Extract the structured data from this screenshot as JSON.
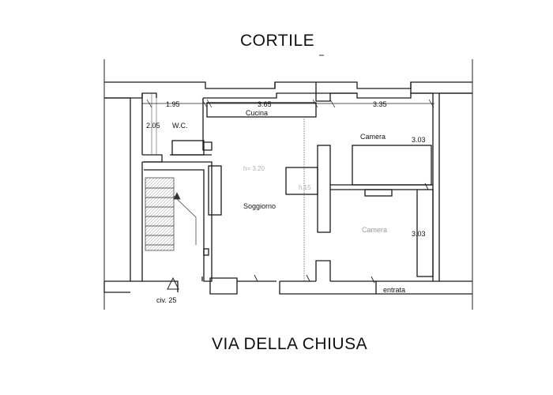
{
  "titles": {
    "top": "CORTILE",
    "bottom": "VIA DELLA CHIUSA"
  },
  "rooms": {
    "wc": "W.C.",
    "cucina": "Cucina",
    "camera_1": "Camera",
    "soggiorno": "Soggiorno",
    "camera_2": "Camera",
    "entrata": "entrata"
  },
  "dimensions": {
    "wc_width": "1.95",
    "cucina_width": "3.65",
    "camera_width": "3.35",
    "wc_height": "2.05",
    "camera_1_height": "3.03",
    "camera_2_height": "3.03"
  },
  "civic": {
    "label": "civ. 25"
  },
  "faint_labels": {
    "soggiorno_height": "h= 3.20",
    "niche": "h.15"
  },
  "colors": {
    "wall": "#1a1a1a",
    "faint_text": "#9a9a9a",
    "background": "#ffffff"
  }
}
